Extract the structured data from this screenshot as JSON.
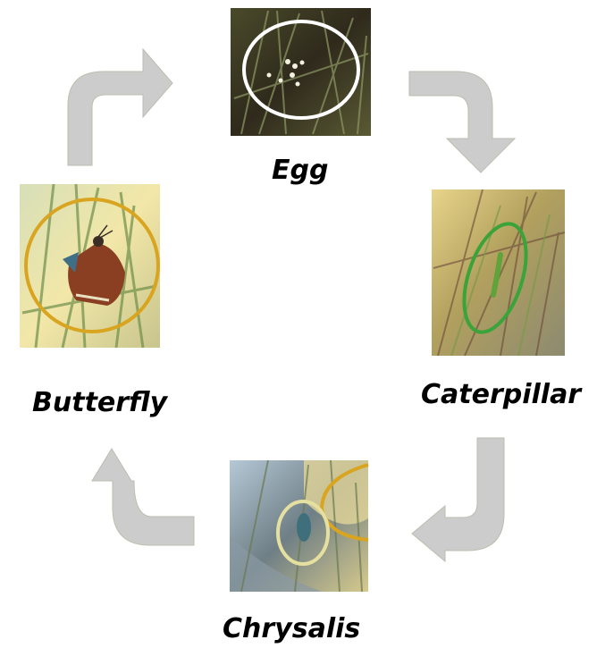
{
  "stages": [
    {
      "id": "egg",
      "label": "Egg",
      "ring_color": "#ffffff",
      "depicts": "cluster of white eggs on grass"
    },
    {
      "id": "caterpillar",
      "label": "Caterpillar",
      "ring_color": "#3aa33a",
      "depicts": "green caterpillar on grass stem"
    },
    {
      "id": "chrysalis",
      "label": "Chrysalis",
      "ring_color": "#e6e0a0",
      "depicts": "chrysalis hanging on stem"
    },
    {
      "id": "butterfly",
      "label": "Butterfly",
      "ring_color": "#d9a520",
      "depicts": "brown butterfly on grass"
    }
  ],
  "arrow_color": "#cccccc"
}
